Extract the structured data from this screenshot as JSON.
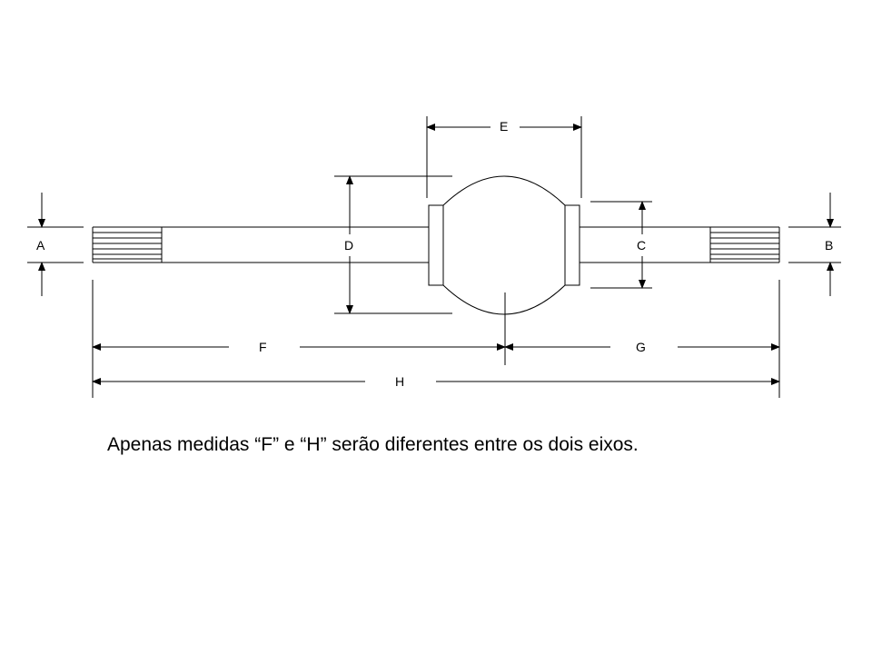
{
  "labels": {
    "A": "A",
    "B": "B",
    "C": "C",
    "D": "D",
    "E": "E",
    "F": "F",
    "G": "G",
    "H": "H"
  },
  "caption": "Apenas medidas “F” e “H” serão diferentes entre os dois eixos.",
  "colors": {
    "line": "#000000",
    "background": "#ffffff"
  }
}
